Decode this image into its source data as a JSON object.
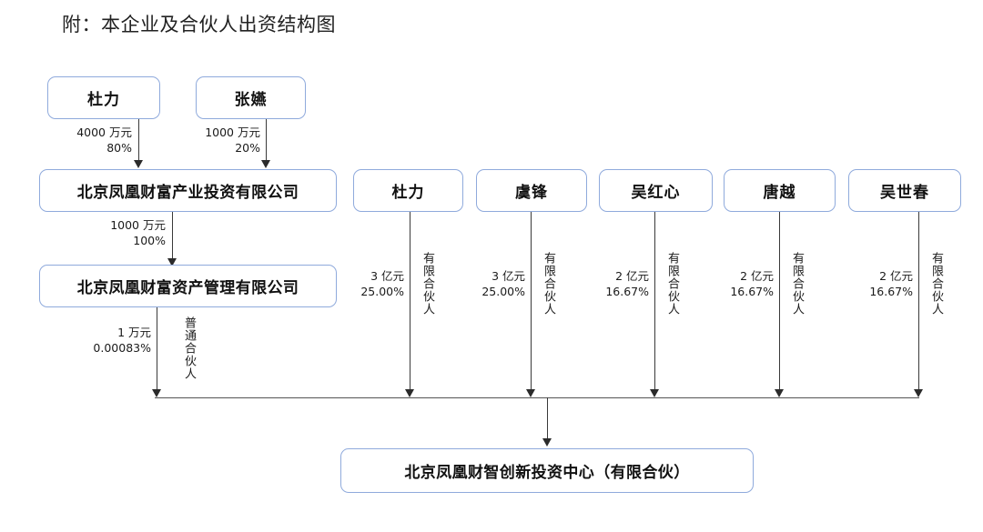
{
  "title": "附：本企业及合伙人出资结构图",
  "colors": {
    "box_border": "#8faadc",
    "connector": "#3a3a3a",
    "bus_line": "#555555",
    "text": "#111111"
  },
  "top_shareholders": [
    {
      "name": "杜力",
      "amount": "4000 万元",
      "percent": "80%"
    },
    {
      "name": "张嬿",
      "amount": "1000 万元",
      "percent": "20%"
    }
  ],
  "companies": [
    {
      "name": "北京凤凰财富产业投资有限公司",
      "to_next": {
        "amount": "1000 万元",
        "percent": "100%"
      }
    },
    {
      "name": "北京凤凰财富资产管理有限公司",
      "to_target": {
        "amount": "1 万元",
        "percent": "0.00083%",
        "role": "普通合伙人"
      }
    }
  ],
  "partners": [
    {
      "name": "杜力",
      "amount": "3 亿元",
      "percent": "25.00%",
      "role": "有限合伙人"
    },
    {
      "name": "虞锋",
      "amount": "3 亿元",
      "percent": "25.00%",
      "role": "有限合伙人"
    },
    {
      "name": "吴红心",
      "amount": "2 亿元",
      "percent": "16.67%",
      "role": "有限合伙人"
    },
    {
      "name": "唐越",
      "amount": "2 亿元",
      "percent": "16.67%",
      "role": "有限合伙人"
    },
    {
      "name": "吴世春",
      "amount": "2 亿元",
      "percent": "16.67%",
      "role": "有限合伙人"
    }
  ],
  "target": {
    "name": "北京凤凰财智创新投资中心（有限合伙）"
  }
}
